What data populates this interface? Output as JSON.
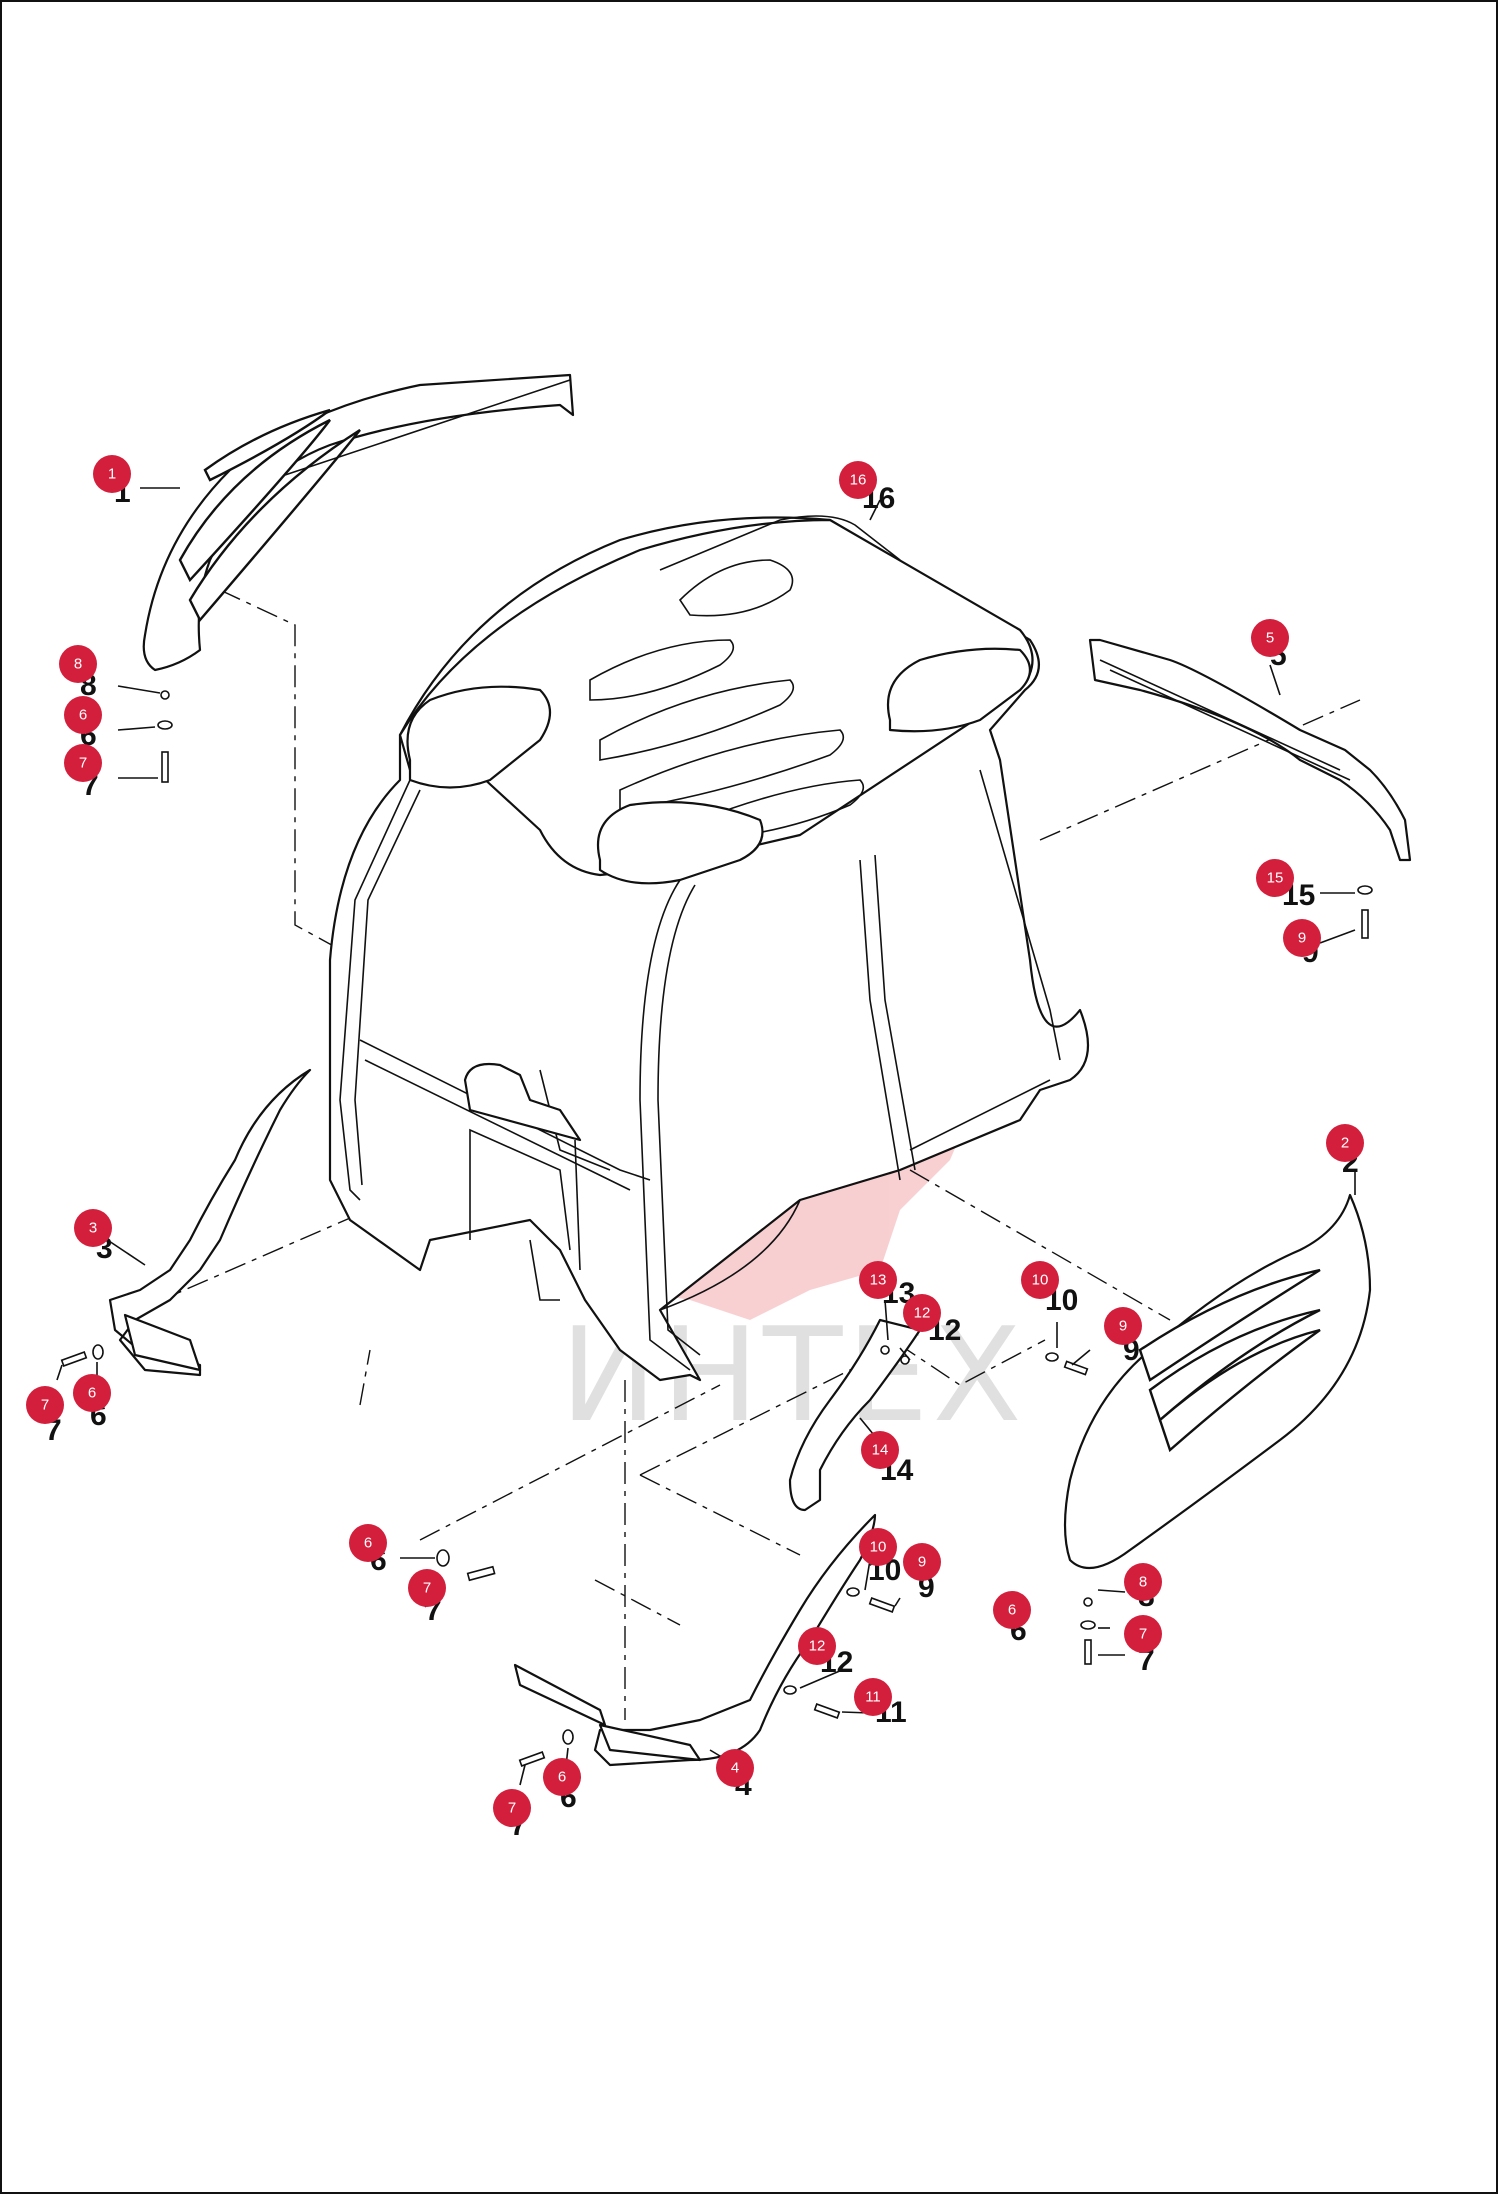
{
  "colors": {
    "badge": "#d31f3c",
    "badge_text": "#ffffff",
    "line": "#111111",
    "watermark_gear": "#f2a9ad",
    "watermark_text": "#c8c8c8"
  },
  "watermark": {
    "text": "ИНТЕХ"
  },
  "callouts": [
    {
      "id": "1",
      "label": "1"
    },
    {
      "id": "2",
      "label": "2"
    },
    {
      "id": "3",
      "label": "3"
    },
    {
      "id": "4",
      "label": "4"
    },
    {
      "id": "5",
      "label": "5"
    },
    {
      "id": "6a",
      "label": "6"
    },
    {
      "id": "6b",
      "label": "6"
    },
    {
      "id": "6c",
      "label": "6"
    },
    {
      "id": "6d",
      "label": "6"
    },
    {
      "id": "6e",
      "label": "6"
    },
    {
      "id": "7a",
      "label": "7"
    },
    {
      "id": "7b",
      "label": "7"
    },
    {
      "id": "7c",
      "label": "7"
    },
    {
      "id": "7d",
      "label": "7"
    },
    {
      "id": "7e",
      "label": "7"
    },
    {
      "id": "8a",
      "label": "8"
    },
    {
      "id": "8b",
      "label": "8"
    },
    {
      "id": "9a",
      "label": "9"
    },
    {
      "id": "9b",
      "label": "9"
    },
    {
      "id": "9c",
      "label": "9"
    },
    {
      "id": "10a",
      "label": "10"
    },
    {
      "id": "10b",
      "label": "10"
    },
    {
      "id": "11",
      "label": "11"
    },
    {
      "id": "12a",
      "label": "12"
    },
    {
      "id": "12b",
      "label": "12"
    },
    {
      "id": "13",
      "label": "13"
    },
    {
      "id": "14",
      "label": "14"
    },
    {
      "id": "15",
      "label": "15"
    },
    {
      "id": "16",
      "label": "16"
    }
  ]
}
